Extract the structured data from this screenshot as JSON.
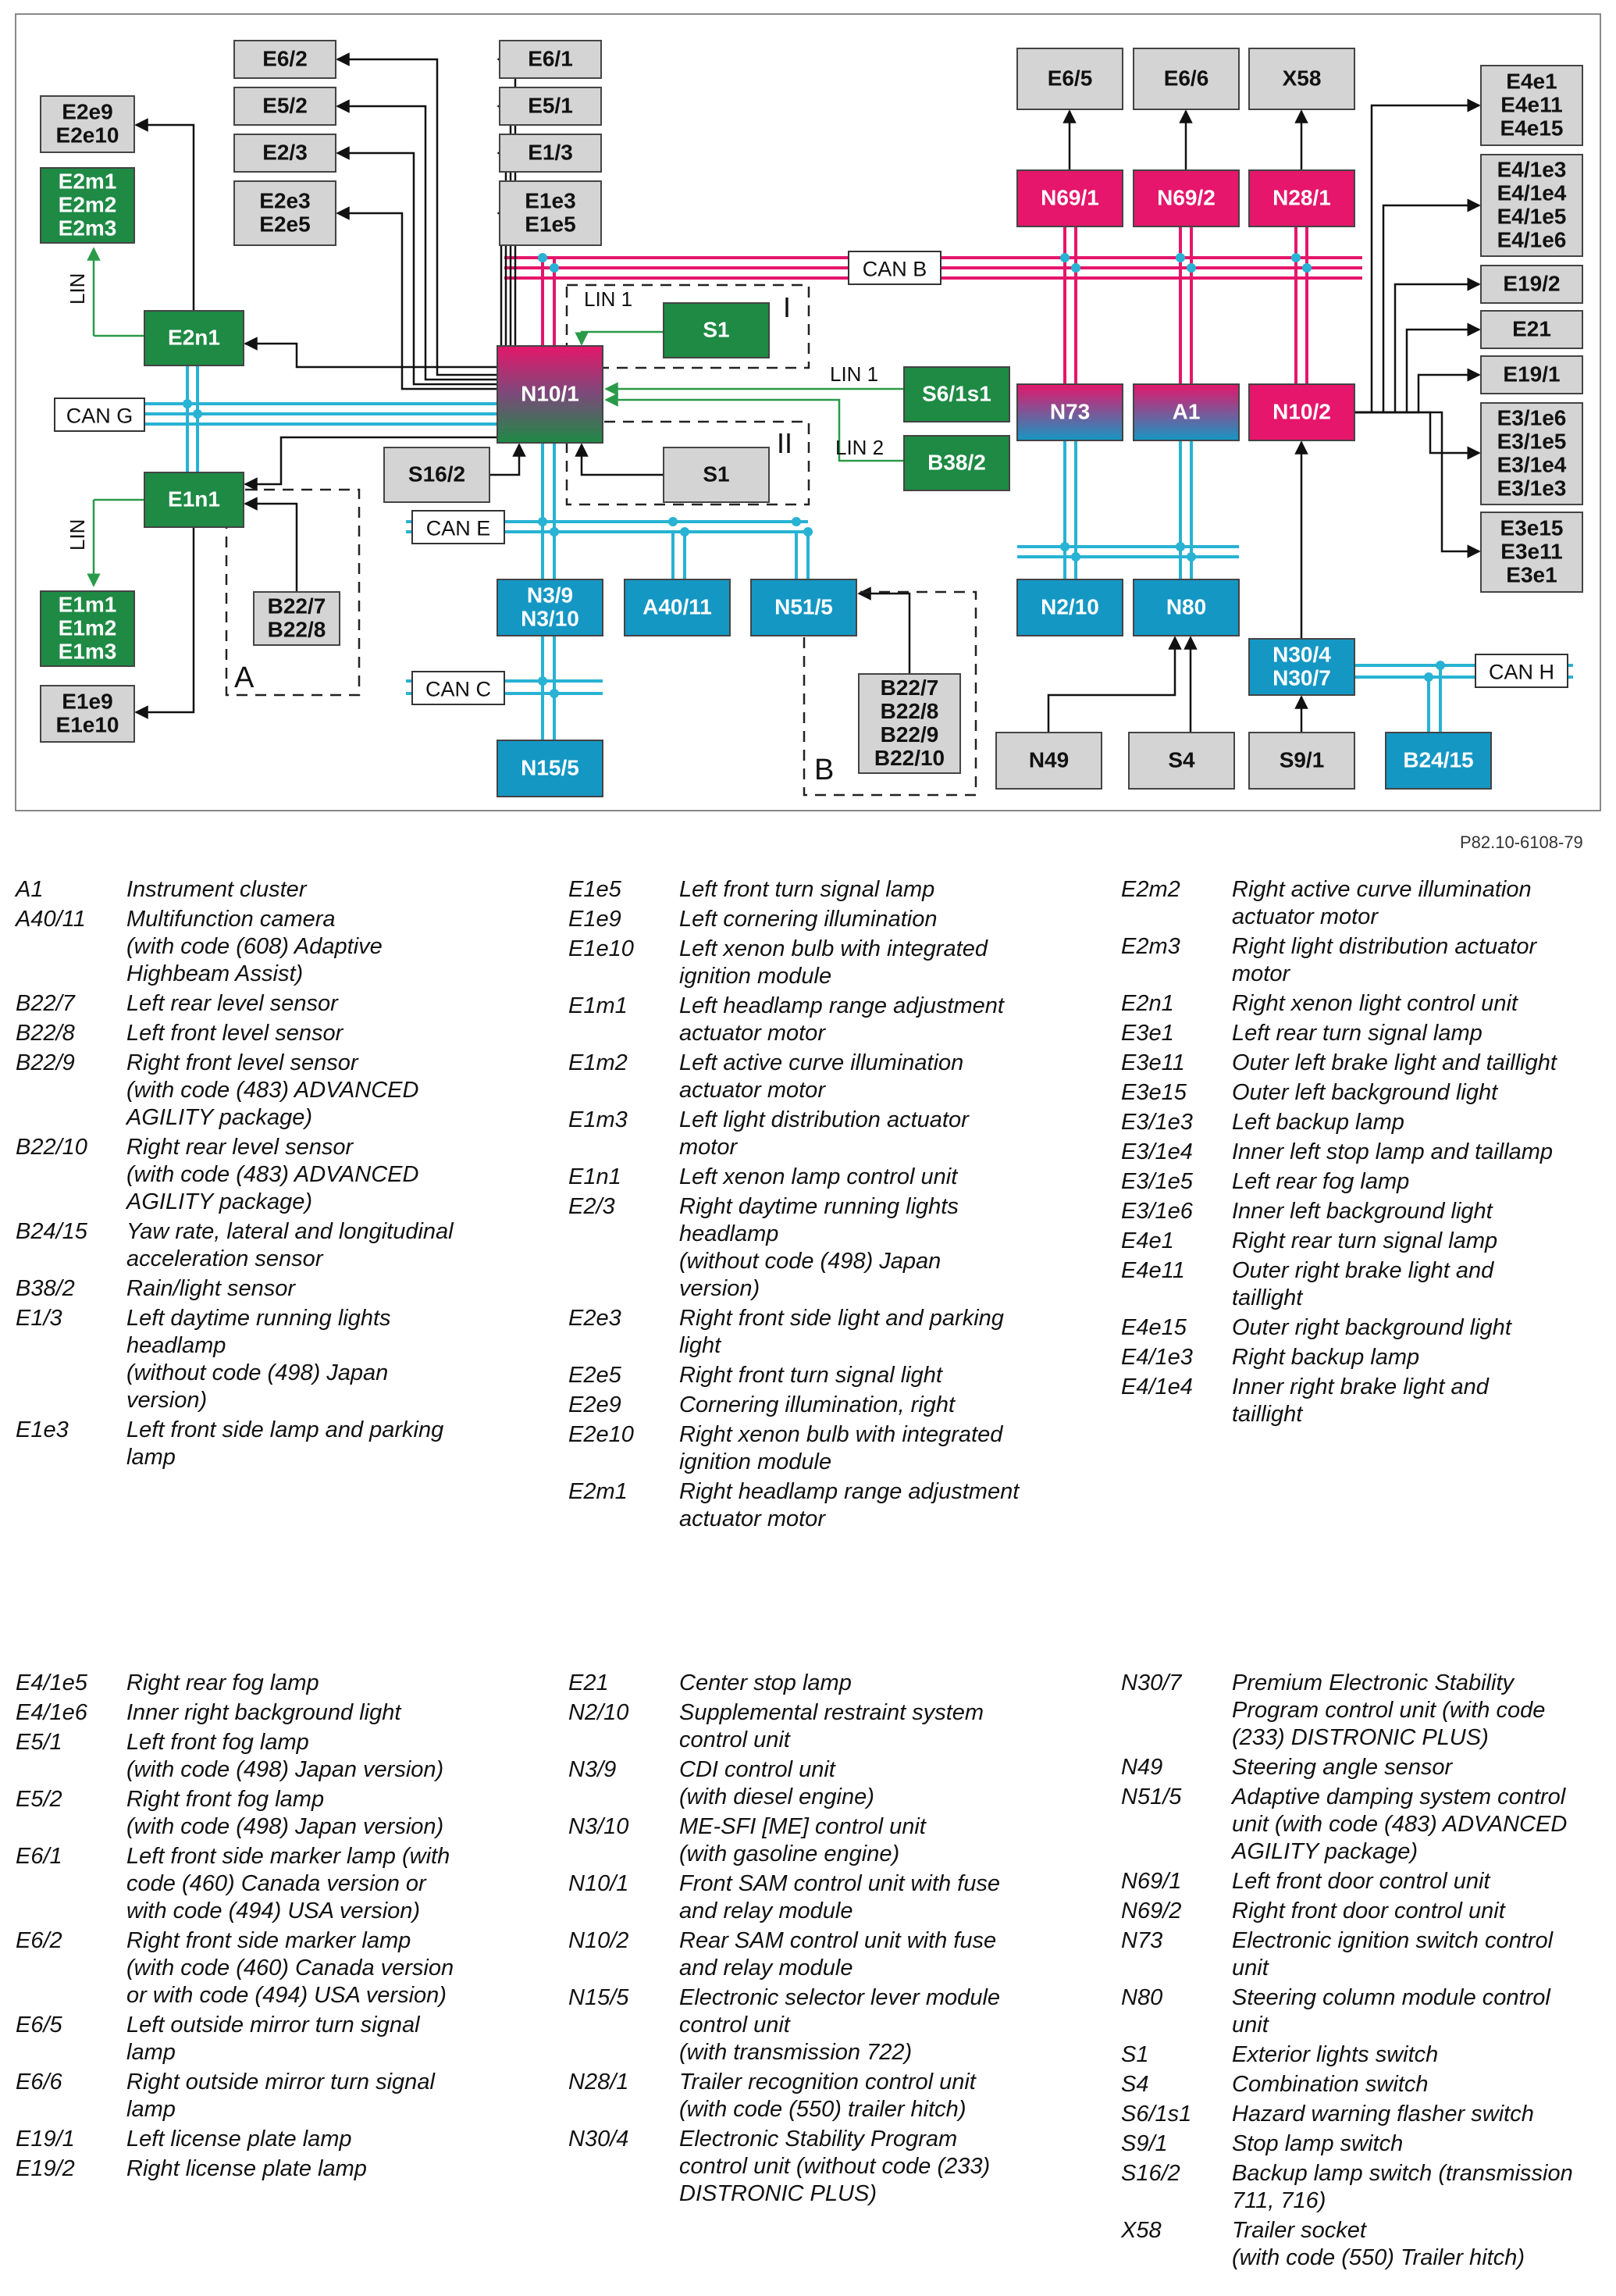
{
  "diagram": {
    "figure_id": "P82.10-6108-79",
    "colors": {
      "green": "#1e8a44",
      "blue": "#1597c4",
      "magenta": "#e5166b",
      "grey": "#d4d4d4",
      "can_blue": "#28b2d3",
      "can_pink": "#e5166b",
      "lin_green": "#2a9a48"
    },
    "boxes": {
      "E2e9_box": [
        "E2e9",
        "E2e10"
      ],
      "E2m_box": [
        "E2m1",
        "E2m2",
        "E2m3"
      ],
      "E2n1": [
        "E2n1"
      ],
      "E1n1": [
        "E1n1"
      ],
      "E1m_box": [
        "E1m1",
        "E1m2",
        "E1m3"
      ],
      "E1e9_box": [
        "E1e9",
        "E1e10"
      ],
      "B22_A": [
        "B22/7",
        "B22/8"
      ],
      "E6_2": [
        "E6/2"
      ],
      "E5_2": [
        "E5/2"
      ],
      "E2_3": [
        "E2/3"
      ],
      "E2e3_box": [
        "E2e3",
        "E2e5"
      ],
      "E6_1": [
        "E6/1"
      ],
      "E5_1": [
        "E5/1"
      ],
      "E1_3": [
        "E1/3"
      ],
      "E1e3_box": [
        "E1e3",
        "E1e5"
      ],
      "N10_1": [
        "N10/1"
      ],
      "S1_top": [
        "S1"
      ],
      "S1_bot": [
        "S1"
      ],
      "S16_2": [
        "S16/2"
      ],
      "S6_1s1": [
        "S6/1s1"
      ],
      "B38_2": [
        "B38/2"
      ],
      "N3_box": [
        "N3/9",
        "N3/10"
      ],
      "A40_11": [
        "A40/11"
      ],
      "N51_5": [
        "N51/5"
      ],
      "N15_5": [
        "N15/5"
      ],
      "B22_B": [
        "B22/7",
        "B22/8",
        "B22/9",
        "B22/10"
      ],
      "E6_5": [
        "E6/5"
      ],
      "E6_6": [
        "E6/6"
      ],
      "X58": [
        "X58"
      ],
      "N69_1": [
        "N69/1"
      ],
      "N69_2": [
        "N69/2"
      ],
      "N28_1": [
        "N28/1"
      ],
      "N73": [
        "N73"
      ],
      "A1": [
        "A1"
      ],
      "N10_2": [
        "N10/2"
      ],
      "N2_10": [
        "N2/10"
      ],
      "N80": [
        "N80"
      ],
      "N30_box": [
        "N30/4",
        "N30/7"
      ],
      "N49": [
        "N49"
      ],
      "S4": [
        "S4"
      ],
      "S9_1": [
        "S9/1"
      ],
      "B24_15": [
        "B24/15"
      ],
      "R1": [
        "E4e1",
        "E4e11",
        "E4e15"
      ],
      "R2": [
        "E4/1e3",
        "E4/1e4",
        "E4/1e5",
        "E4/1e6"
      ],
      "R3": [
        "E19/2"
      ],
      "R4": [
        "E21"
      ],
      "R5": [
        "E19/1"
      ],
      "R6": [
        "E3/1e6",
        "E3/1e5",
        "E3/1e4",
        "E3/1e3"
      ],
      "R7": [
        "E3e15",
        "E3e11",
        "E3e1"
      ]
    },
    "bus_labels": {
      "can_g": "CAN G",
      "can_e": "CAN E",
      "can_c": "CAN C",
      "can_b": "CAN B",
      "can_h": "CAN H",
      "lin_top": "LIN",
      "lin_bottom": "LIN",
      "lin1_s1": "LIN 1",
      "lin1_s6": "LIN 1",
      "lin2": "LIN 2",
      "roman_1": "I",
      "roman_2": "II",
      "group_a": "A",
      "group_b": "B"
    }
  },
  "legend": {
    "part1": {
      "col1": [
        {
          "code": "A1",
          "desc": [
            "Instrument cluster"
          ]
        },
        {
          "code": "A40/11",
          "desc": [
            "Multifunction camera",
            "(with code (608) Adaptive",
            "Highbeam Assist)"
          ]
        },
        {
          "code": "B22/7",
          "desc": [
            "Left rear level sensor"
          ]
        },
        {
          "code": "B22/8",
          "desc": [
            "Left front level sensor"
          ]
        },
        {
          "code": "B22/9",
          "desc": [
            "Right front level sensor",
            "(with code (483) ADVANCED",
            "AGILITY package)"
          ]
        },
        {
          "code": "B22/10",
          "desc": [
            "Right rear level sensor",
            "(with code (483) ADVANCED",
            "AGILITY package)"
          ]
        },
        {
          "code": "B24/15",
          "desc": [
            "Yaw rate, lateral and longitudinal",
            "acceleration sensor"
          ]
        },
        {
          "code": "B38/2",
          "desc": [
            "Rain/light sensor"
          ]
        },
        {
          "code": "E1/3",
          "desc": [
            "Left daytime running lights",
            "headlamp",
            "(without code (498) Japan",
            "version)"
          ]
        },
        {
          "code": "E1e3",
          "desc": [
            "Left front side lamp and parking",
            "lamp"
          ]
        }
      ],
      "col2": [
        {
          "code": "E1e5",
          "desc": [
            "Left front turn signal lamp"
          ]
        },
        {
          "code": "E1e9",
          "desc": [
            "Left cornering illumination"
          ]
        },
        {
          "code": "E1e10",
          "desc": [
            "Left xenon bulb with integrated",
            "ignition module"
          ]
        },
        {
          "code": "E1m1",
          "desc": [
            "Left headlamp range adjustment",
            "actuator motor"
          ]
        },
        {
          "code": "E1m2",
          "desc": [
            "Left active curve illumination",
            "actuator motor"
          ]
        },
        {
          "code": "E1m3",
          "desc": [
            "Left light distribution actuator",
            "motor"
          ]
        },
        {
          "code": "E1n1",
          "desc": [
            "Left xenon lamp control unit"
          ]
        },
        {
          "code": "E2/3",
          "desc": [
            "Right daytime running lights",
            "headlamp",
            "(without code (498) Japan",
            "version)"
          ]
        },
        {
          "code": "E2e3",
          "desc": [
            "Right front side light and parking",
            "light"
          ]
        },
        {
          "code": "E2e5",
          "desc": [
            "Right front turn signal light"
          ]
        },
        {
          "code": "E2e9",
          "desc": [
            "Cornering illumination, right"
          ]
        },
        {
          "code": "E2e10",
          "desc": [
            "Right xenon bulb with integrated",
            "ignition module"
          ]
        },
        {
          "code": "E2m1",
          "desc": [
            "Right headlamp range adjustment",
            "actuator motor"
          ]
        }
      ],
      "col3": [
        {
          "code": "E2m2",
          "desc": [
            "Right active curve illumination",
            "actuator motor"
          ]
        },
        {
          "code": "E2m3",
          "desc": [
            "Right light distribution actuator",
            "motor"
          ]
        },
        {
          "code": "E2n1",
          "desc": [
            "Right xenon light control unit"
          ]
        },
        {
          "code": "E3e1",
          "desc": [
            "Left rear turn signal lamp"
          ]
        },
        {
          "code": "E3e11",
          "desc": [
            "Outer left brake light and taillight"
          ]
        },
        {
          "code": "E3e15",
          "desc": [
            "Outer left background light"
          ]
        },
        {
          "code": "E3/1e3",
          "desc": [
            "Left backup lamp"
          ]
        },
        {
          "code": "E3/1e4",
          "desc": [
            "Inner left stop lamp and taillamp"
          ]
        },
        {
          "code": "E3/1e5",
          "desc": [
            "Left rear fog lamp"
          ]
        },
        {
          "code": "E3/1e6",
          "desc": [
            "Inner left background light"
          ]
        },
        {
          "code": "E4e1",
          "desc": [
            "Right rear turn signal lamp"
          ]
        },
        {
          "code": "E4e11",
          "desc": [
            "Outer right brake light and",
            "taillight"
          ]
        },
        {
          "code": "E4e15",
          "desc": [
            "Outer right background light"
          ]
        },
        {
          "code": "E4/1e3",
          "desc": [
            "Right backup lamp"
          ]
        },
        {
          "code": "E4/1e4",
          "desc": [
            "Inner right brake light and",
            "taillight"
          ]
        }
      ]
    },
    "part2": {
      "col1": [
        {
          "code": "E4/1e5",
          "desc": [
            "Right rear fog lamp"
          ]
        },
        {
          "code": "E4/1e6",
          "desc": [
            "Inner right background light"
          ]
        },
        {
          "code": "E5/1",
          "desc": [
            "Left front fog lamp",
            "(with code (498) Japan version)"
          ]
        },
        {
          "code": "E5/2",
          "desc": [
            "Right front fog lamp",
            "(with code (498) Japan version)"
          ]
        },
        {
          "code": "E6/1",
          "desc": [
            "Left front side marker lamp (with",
            "code (460) Canada version or",
            "with code (494) USA version)"
          ]
        },
        {
          "code": "E6/2",
          "desc": [
            "Right front side marker lamp",
            "(with code (460) Canada version",
            "or with code (494) USA version)"
          ]
        },
        {
          "code": "E6/5",
          "desc": [
            "Left outside mirror turn signal",
            "lamp"
          ]
        },
        {
          "code": "E6/6",
          "desc": [
            "Right outside mirror turn signal",
            "lamp"
          ]
        },
        {
          "code": "E19/1",
          "desc": [
            "Left license plate lamp"
          ]
        },
        {
          "code": "E19/2",
          "desc": [
            "Right license plate lamp"
          ]
        }
      ],
      "col2": [
        {
          "code": "E21",
          "desc": [
            "Center stop lamp"
          ]
        },
        {
          "code": "N2/10",
          "desc": [
            "Supplemental restraint system",
            "control unit"
          ]
        },
        {
          "code": "N3/9",
          "desc": [
            "CDI control unit",
            "(with diesel engine)"
          ]
        },
        {
          "code": "N3/10",
          "desc": [
            "ME-SFI [ME] control unit",
            "(with gasoline engine)"
          ]
        },
        {
          "code": "N10/1",
          "desc": [
            "Front SAM control unit with fuse",
            "and relay module"
          ]
        },
        {
          "code": "N10/2",
          "desc": [
            "Rear SAM control unit with fuse",
            "and relay module"
          ]
        },
        {
          "code": "N15/5",
          "desc": [
            "Electronic selector lever module",
            "control unit",
            "(with transmission 722)"
          ]
        },
        {
          "code": "N28/1",
          "desc": [
            "Trailer recognition control unit",
            "(with code (550) trailer hitch)"
          ]
        },
        {
          "code": "N30/4",
          "desc": [
            "Electronic Stability Program",
            "control unit (without code (233)",
            "DISTRONIC PLUS)"
          ]
        }
      ],
      "col3": [
        {
          "code": "N30/7",
          "desc": [
            "Premium Electronic Stability",
            "Program control unit (with code",
            "(233) DISTRONIC PLUS)"
          ]
        },
        {
          "code": "N49",
          "desc": [
            "Steering angle sensor"
          ]
        },
        {
          "code": "N51/5",
          "desc": [
            "Adaptive damping system control",
            "unit (with code (483) ADVANCED",
            "AGILITY package)"
          ]
        },
        {
          "code": "N69/1",
          "desc": [
            "Left front door control unit"
          ]
        },
        {
          "code": "N69/2",
          "desc": [
            "Right front door control unit"
          ]
        },
        {
          "code": "N73",
          "desc": [
            "Electronic ignition switch control",
            "unit"
          ]
        },
        {
          "code": "N80",
          "desc": [
            "Steering column module control",
            "unit"
          ]
        },
        {
          "code": "S1",
          "desc": [
            "Exterior lights switch"
          ]
        },
        {
          "code": "S4",
          "desc": [
            "Combination switch"
          ]
        },
        {
          "code": "S6/1s1",
          "desc": [
            "Hazard warning flasher switch"
          ]
        },
        {
          "code": "S9/1",
          "desc": [
            "Stop lamp switch"
          ]
        },
        {
          "code": "S16/2",
          "desc": [
            "Backup lamp switch (transmission",
            "711, 716)"
          ]
        },
        {
          "code": "X58",
          "desc": [
            "Trailer socket",
            "(with code (550) Trailer hitch)"
          ]
        }
      ]
    }
  }
}
